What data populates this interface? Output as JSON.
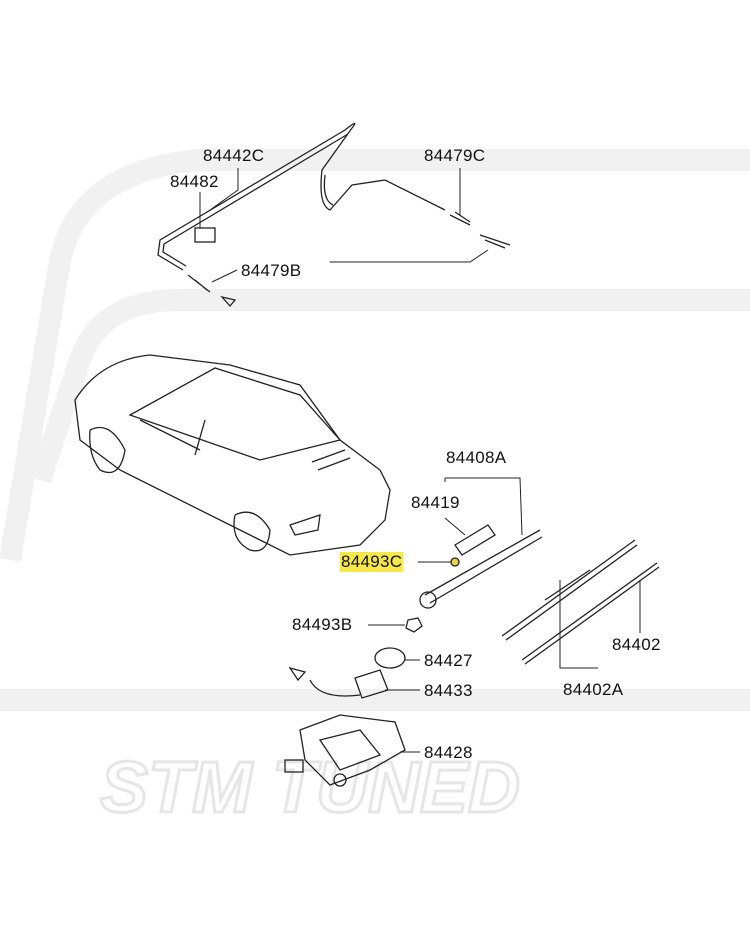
{
  "diagram": {
    "labels": {
      "p84442C": "84442C",
      "p84482": "84482",
      "p84479C": "84479C",
      "p84479B": "84479B",
      "p84408A": "84408A",
      "p84419": "84419",
      "p84493C": "84493C",
      "p84493B": "84493B",
      "p84427": "84427",
      "p84433": "84433",
      "p84428": "84428",
      "p84402": "84402",
      "p84402A": "84402A"
    },
    "highlighted_part": "84493C",
    "highlight_color": "#f6e84a",
    "watermark": "STM TUNED"
  }
}
